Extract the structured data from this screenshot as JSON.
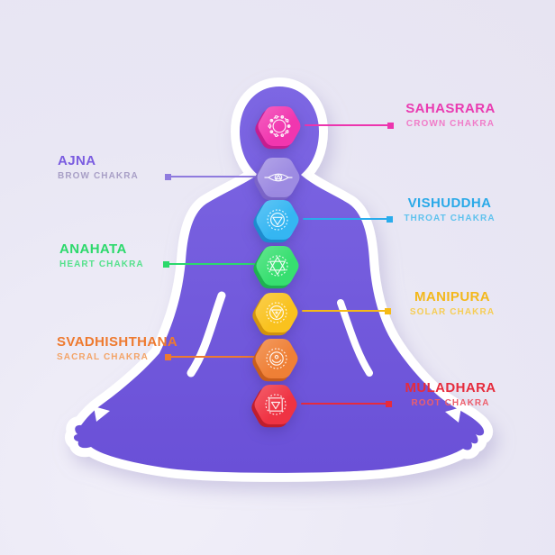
{
  "background_color": "#E9E7F4",
  "figure": {
    "description": "meditating person silhouette in lotus pose",
    "body_color_top": "#7D67E3",
    "body_color_bottom": "#6A50D7",
    "outline_color": "#FFFFFF"
  },
  "chakras": [
    {
      "id": "sahasrara",
      "name": "SAHASRARA",
      "subtitle": "CROWN CHAKRA",
      "side": "right",
      "badge_color": "#F136AF",
      "badge_dark": "#C51E90",
      "title_color": "#E93BB1",
      "subtitle_color": "#F07CC8",
      "line_color": "#EC35AE",
      "icon": "crown-mandala-icon"
    },
    {
      "id": "ajna",
      "name": "AJNA",
      "subtitle": "BROW CHAKRA",
      "side": "left",
      "badge_color": "#9D8BE2",
      "badge_dark": "#7B65C8",
      "title_color": "#7A5CE0",
      "subtitle_color": "#A89FC6",
      "line_color": "#8F7BDE",
      "icon": "third-eye-icon"
    },
    {
      "id": "vishuddha",
      "name": "VISHUDDHA",
      "subtitle": "THROAT CHAKRA",
      "side": "right",
      "badge_color": "#35B6F2",
      "badge_dark": "#1D8CCE",
      "title_color": "#2AA9E8",
      "subtitle_color": "#5FC2EE",
      "line_color": "#2AACEC",
      "icon": "throat-mandala-icon"
    },
    {
      "id": "anahata",
      "name": "ANAHATA",
      "subtitle": "HEART CHAKRA",
      "side": "left",
      "badge_color": "#37DF70",
      "badge_dark": "#1FB251",
      "title_color": "#2BD96B",
      "subtitle_color": "#55E18C",
      "line_color": "#2BD96B",
      "icon": "heart-mandala-icon"
    },
    {
      "id": "manipura",
      "name": "MANIPURA",
      "subtitle": "SOLAR CHAKRA",
      "side": "right",
      "badge_color": "#F9C21E",
      "badge_dark": "#D2940E",
      "title_color": "#F3B81C",
      "subtitle_color": "#F6CD55",
      "line_color": "#F5BA17",
      "icon": "solar-mandala-icon"
    },
    {
      "id": "svadhishthana",
      "name": "SVADHISHTHANA",
      "subtitle": "SACRAL CHAKRA",
      "side": "left",
      "badge_color": "#EF8036",
      "badge_dark": "#C95E1C",
      "title_color": "#EE7A2F",
      "subtitle_color": "#F3A468",
      "line_color": "#EE7A2F",
      "icon": "sacral-mandala-icon"
    },
    {
      "id": "muladhara",
      "name": "MULADHARA",
      "subtitle": "ROOT CHAKRA",
      "side": "right",
      "badge_color": "#EF3343",
      "badge_dark": "#BF1E2D",
      "title_color": "#E62B3C",
      "subtitle_color": "#ED5E6C",
      "line_color": "#E62B3C",
      "icon": "root-mandala-icon"
    }
  ]
}
